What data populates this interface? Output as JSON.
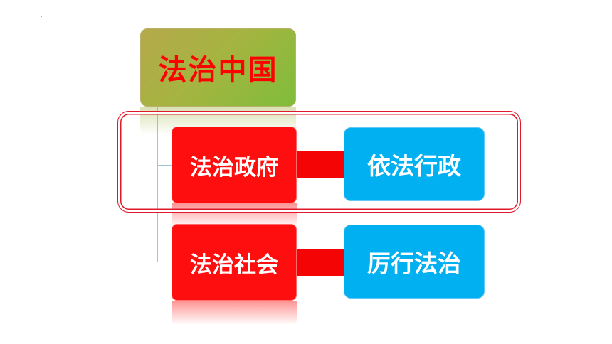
{
  "root": {
    "label": "法治中国"
  },
  "branches": [
    {
      "label": "法治政府",
      "target": "依法行政"
    },
    {
      "label": "法治社会",
      "target": "厉行法治"
    }
  ],
  "colors": {
    "root_text": "#ff0000",
    "branch_fill": "#fe0e0e",
    "target_fill": "#00b0f0",
    "highlight_border": "#e0192a"
  }
}
